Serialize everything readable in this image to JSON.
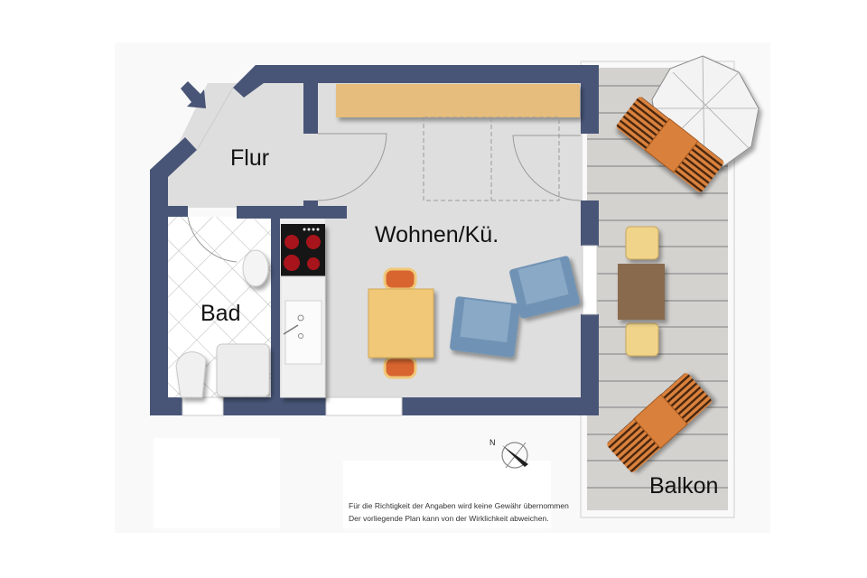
{
  "colors": {
    "wall": "#485577",
    "floor": "#dedede",
    "panel": "#f9f9f9",
    "deck": "#d4d2cf",
    "deck_line": "#9a9a9a",
    "counter": "#e6bd7c",
    "armchair": "#6f93b5",
    "table_top": "#f0c878",
    "dining_chair": "#d8652f",
    "lounger": "#d9813c",
    "balcony_table": "#8a6a4d",
    "balcony_chair": "#f0d48a",
    "stove": "#151515",
    "burner": "#a8141c"
  },
  "rooms": [
    {
      "id": "flur",
      "label": "Flur"
    },
    {
      "id": "wohnen",
      "label": "Wohnen/Kü."
    },
    {
      "id": "bad",
      "label": "Bad"
    },
    {
      "id": "balkon",
      "label": "Balkon"
    }
  ],
  "compass": {
    "label": "N"
  },
  "disclaimer": {
    "line1": "Für die Richtigkeit der Angaben wird keine Gewähr übernommen",
    "line2": "Der vorliegende Plan kann von der Wirklichkeit abweichen."
  }
}
